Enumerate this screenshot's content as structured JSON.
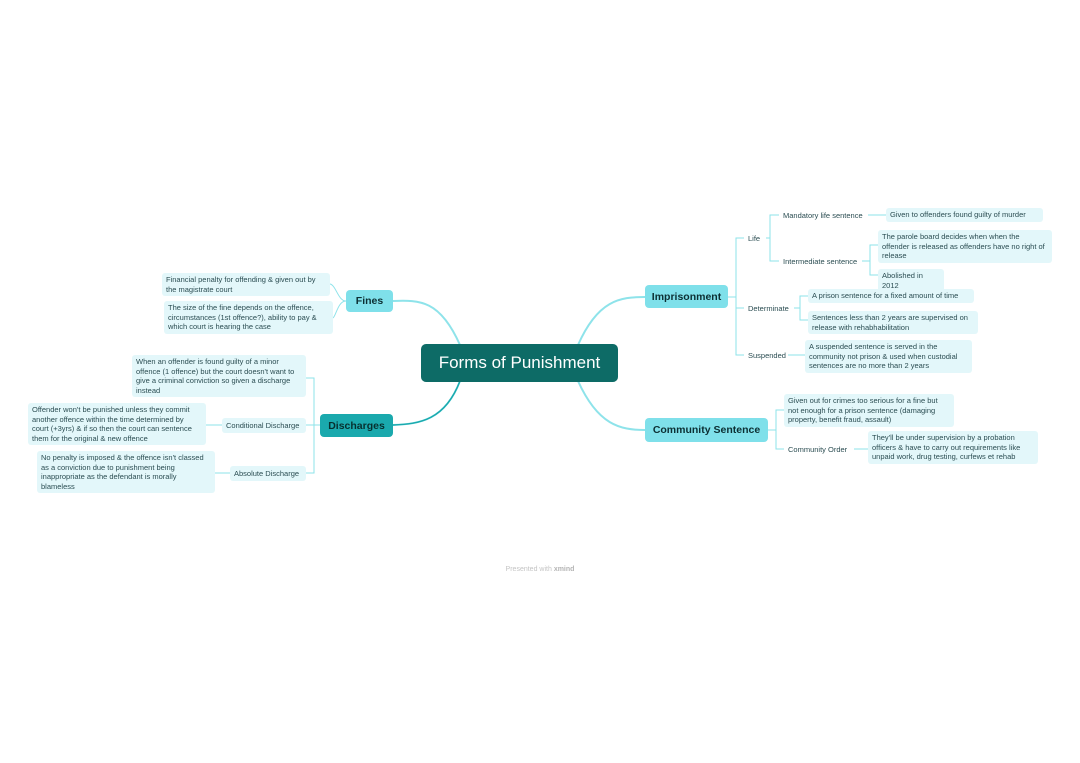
{
  "central": "Forms of Punishment",
  "fines": {
    "label": "Fines",
    "notes": [
      "Financial penalty for offending & given out by the magistrate court",
      "The size of the fine depends on the offence, circumstances (1st offence?), ability to pay & which court is hearing the case"
    ]
  },
  "discharges": {
    "label": "Discharges",
    "note": "When an offender is found guilty of a minor offence (1 offence) but the court doesn't want to give a criminal conviction so given a discharge instead",
    "conditional": {
      "label": "Conditional Discharge",
      "note": "Offender won't be punished unless they commit another offence within the time determined by court (+3yrs) & if so then the court can sentence them for the original & new offence"
    },
    "absolute": {
      "label": "Absolute Discharge",
      "note": "No penalty is imposed & the offence isn't classed as a conviction due to punishment being inappropriate as the defendant is morally blameless"
    }
  },
  "imprisonment": {
    "label": "Imprisonment",
    "life": {
      "label": "Life",
      "mandatory": {
        "label": "Mandatory life sentence",
        "note": "Given to offenders found guilty of murder"
      },
      "intermediate": {
        "label": "Intermediate sentence",
        "notes": [
          "The parole board decides when when the offender is released as offenders have no right of release",
          "Abolished in 2012"
        ]
      }
    },
    "determinate": {
      "label": "Determinate",
      "notes": [
        "A prison sentence for a fixed amount of time",
        "Sentences less than 2 years are supervised on release with rehabhabilitation"
      ]
    },
    "suspended": {
      "label": "Suspended",
      "note": "A suspended sentence is served in the community not prison & used when custodial sentences are no more than 2 years"
    }
  },
  "community": {
    "label": "Community Sentence",
    "note": "Given out for crimes too serious for a fine but not enough for a prison sentence (damaging property, benefit fraud, assault)",
    "order": {
      "label": "Community Order",
      "note": "They'll be under supervision by a probation officers & have to carry out requirements like unpaid work, drug testing, curfews et rehab"
    }
  },
  "footer": {
    "prefix": "Presented with",
    "brand": "xmind"
  },
  "colors": {
    "central": "#0d6b66",
    "branch_light": "#7fe0ea",
    "branch_dark": "#1aa9ad",
    "leaf_bg": "#e3f7fa",
    "connector": "#8ee3ea"
  }
}
